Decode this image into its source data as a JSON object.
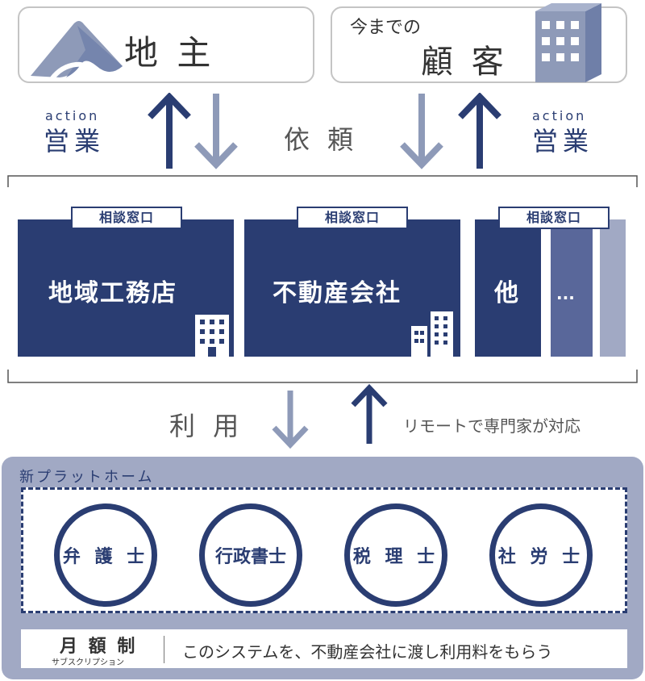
{
  "top": {
    "landowner": "地 主",
    "clients_small": "今までの",
    "clients_big": "顧 客"
  },
  "flow": {
    "action_left_small": "action",
    "action_left_big": "営業",
    "request": "依 頼",
    "action_right_small": "action",
    "action_right_big": "営業"
  },
  "counters": {
    "tab1": "相談窓口",
    "tab2": "相談窓口",
    "tab3": "相談窓口",
    "panel1": "地域工務店",
    "panel2": "不動産会社",
    "panel3": "他",
    "panel4": "..."
  },
  "use": {
    "label": "利 用",
    "remote": "リモートで専門家が対応"
  },
  "platform": {
    "title": "新プラットホーム",
    "experts": [
      "弁 護 士",
      "行政書士",
      "税 理 士",
      "社 労 士"
    ]
  },
  "subscription": {
    "title": "月 額 制",
    "ruby": "サブスクリプション",
    "desc": "このシステムを、不動産会社に渡し利用料をもらう"
  },
  "colors": {
    "navy": "#2a3d72",
    "light_navy": "#8e9ab8",
    "mid_navy": "#59679a",
    "gray": "#a1a9c4"
  }
}
